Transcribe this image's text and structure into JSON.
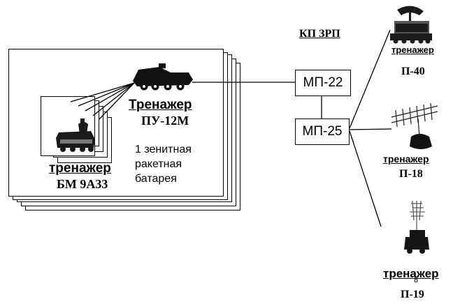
{
  "header": {
    "title": "КП ЗРП"
  },
  "battery": {
    "launcher_label": "Тренажер",
    "launcher_name": "ПУ-12М",
    "vehicle_label": "тренажер",
    "vehicle_name": "БМ 9А33",
    "description_line1": "1 зенитная",
    "description_line2": "ракетная",
    "description_line3": "батарея"
  },
  "nodes": {
    "mp22": "МП-22",
    "mp25": "МП-25"
  },
  "radars": [
    {
      "label": "тренажер",
      "name": "П-40"
    },
    {
      "label": "тренажер",
      "name": "П-18"
    },
    {
      "label": "тренажер",
      "name": "П-19"
    }
  ],
  "stray_mark": "8"
}
